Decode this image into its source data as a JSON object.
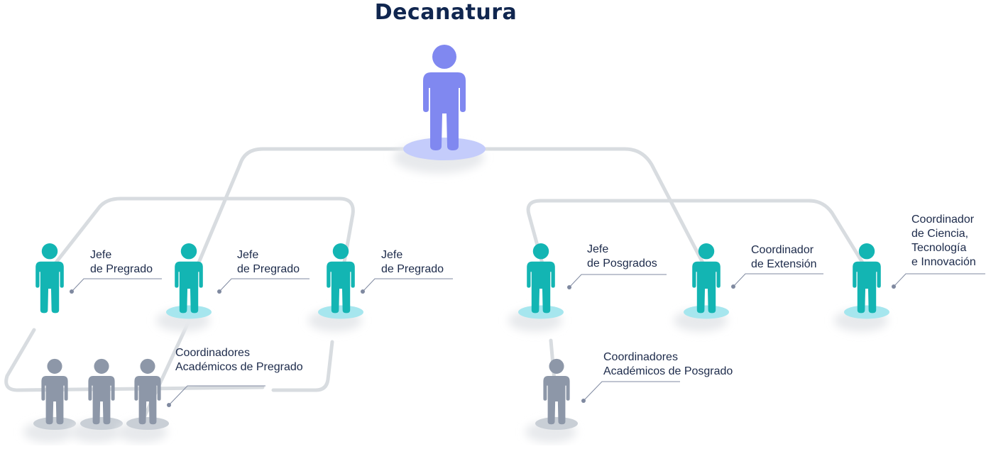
{
  "title": "Decanatura",
  "nodes": {
    "jefe_pregrado_1": [
      "Jefe",
      "de Pregrado"
    ],
    "jefe_pregrado_2": [
      "Jefe",
      "de Pregrado"
    ],
    "jefe_pregrado_3": [
      "Jefe",
      "de Pregrado"
    ],
    "jefe_posgrados": [
      "Jefe",
      "de Posgrados"
    ],
    "coord_extension": [
      "Coordinador",
      "de Extensión"
    ],
    "coord_ciencia": [
      "Coordinador",
      "de Ciencia,",
      "Tecnología",
      "e Innovación"
    ],
    "coord_acad_pregrado": [
      "Coordinadores",
      "Académicos de Pregrado"
    ],
    "coord_acad_posgrado": [
      "Coordinadores",
      "Académicos de Posgrado"
    ]
  },
  "colors": {
    "title": "#10264f",
    "dean_figure": "#8088f0",
    "dean_base": "#c4ccfb",
    "head_figure": "#13b5b3",
    "head_base": "#a6e6ee",
    "coordinator_figure": "#8d97a8",
    "coordinator_base": "#c9cfd6",
    "connector": "#d8dce0",
    "label_text": "#1c2a4a",
    "leader_line": "#7f89a0"
  }
}
